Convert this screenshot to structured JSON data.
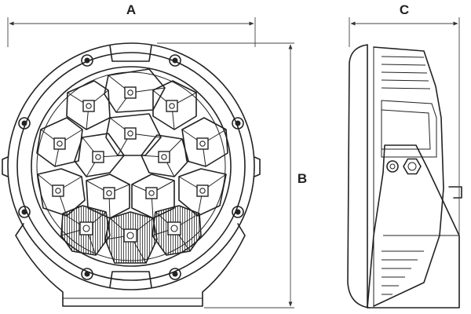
{
  "labels": {
    "width": "A",
    "height": "B",
    "depth": "C"
  },
  "colors": {
    "line": "#222222",
    "background": "#ffffff"
  }
}
